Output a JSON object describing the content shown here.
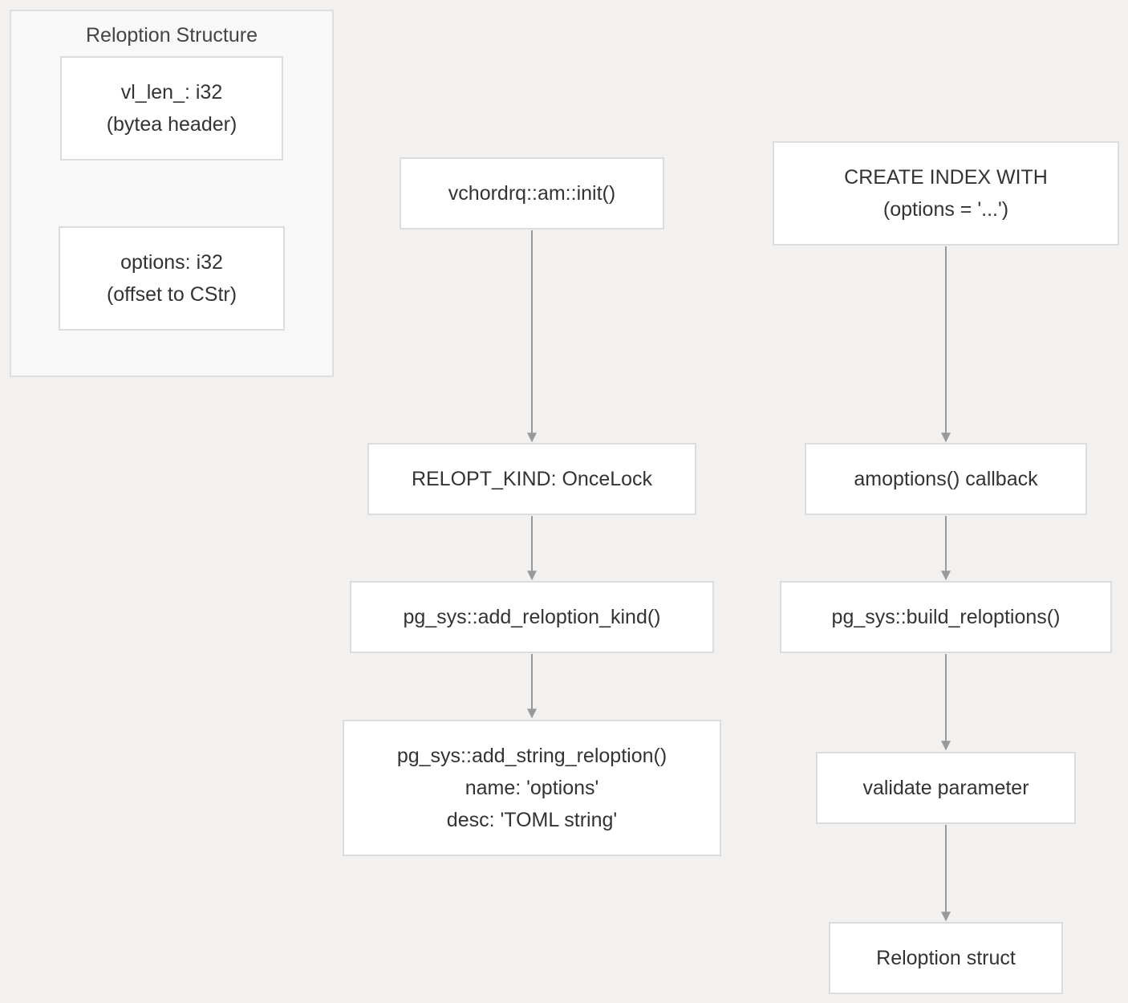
{
  "cluster": {
    "title": "Reloption Structure",
    "fields": [
      {
        "line1": "vl_len_: i32",
        "line2": "(bytea header)"
      },
      {
        "line1": "options: i32",
        "line2": "(offset to CStr)"
      }
    ]
  },
  "init_flow": {
    "init": "vchordrq::am::init()",
    "relopt_kind": "RELOPT_KIND: OnceLock",
    "add_kind": "pg_sys::add_reloption_kind()",
    "add_string": {
      "line1": "pg_sys::add_string_reloption()",
      "line2": "name: 'options'",
      "line3": "desc: 'TOML string'"
    }
  },
  "create_flow": {
    "create_index": {
      "line1": "CREATE INDEX WITH",
      "line2": "(options = '...')"
    },
    "amoptions": "amoptions() callback",
    "build": "pg_sys::build_reloptions()",
    "validate": "validate parameter",
    "struct": "Reloption struct"
  },
  "colors": {
    "background": "#f2f1f0",
    "node_fill": "#ffffff",
    "node_border": "#dcdcdc",
    "edge": "#999999"
  }
}
